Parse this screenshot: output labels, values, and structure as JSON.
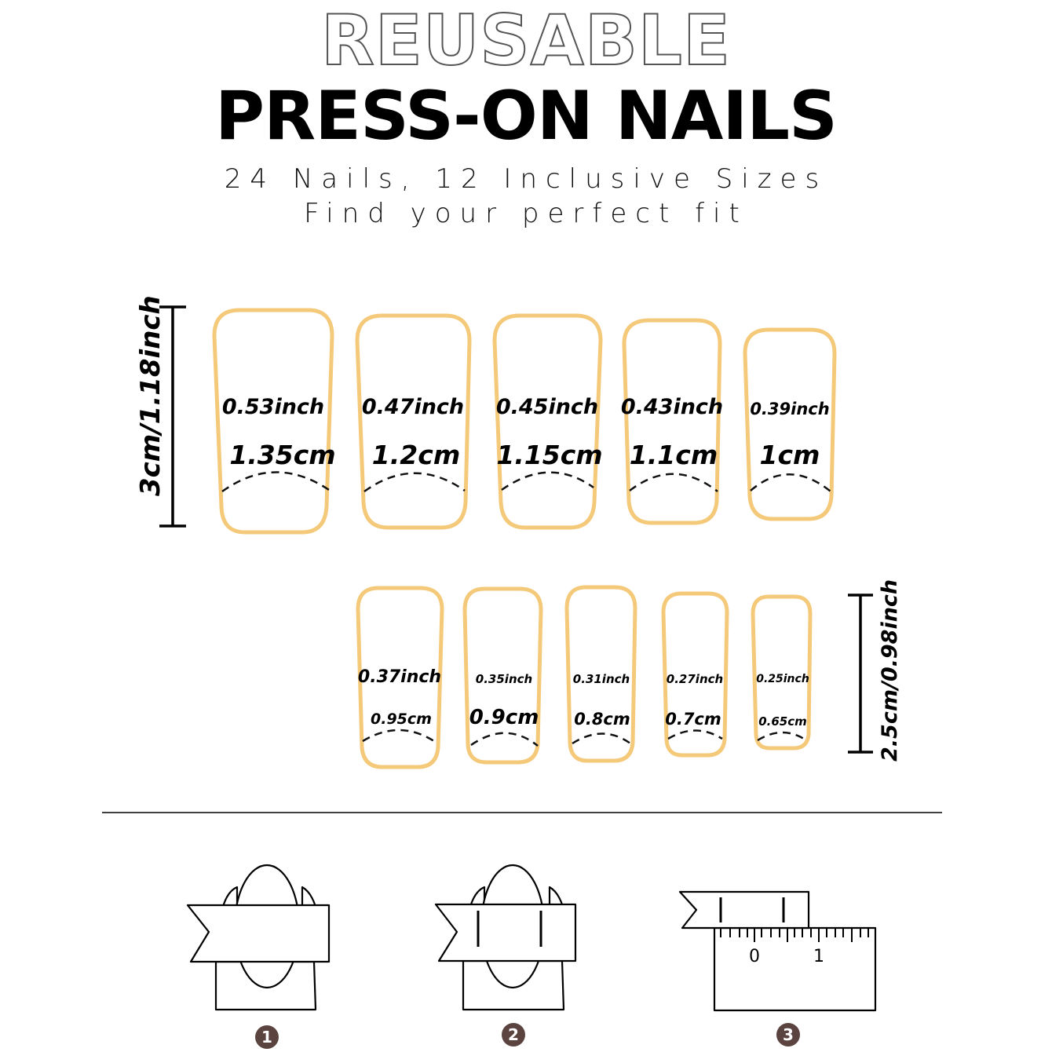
{
  "header": {
    "outline_title": "REUSABLE",
    "main_title": "PRESS-ON NAILS",
    "subtitle_line1": "24 Nails, 12 Inclusive Sizes",
    "subtitle_line2": "Find your perfect fit"
  },
  "colors": {
    "nail_outline": "#F5C97A",
    "text": "#000000",
    "step_badge": "#5B4340",
    "background": "#FFFFFF"
  },
  "size_chart": {
    "large_row": {
      "length_label": "3cm/1.18inch",
      "nails": [
        {
          "inch": "0.53inch",
          "cm": "1.35cm"
        },
        {
          "inch": "0.47inch",
          "cm": "1.2cm"
        },
        {
          "inch": "0.45inch",
          "cm": "1.15cm"
        },
        {
          "inch": "0.43inch",
          "cm": "1.1cm"
        },
        {
          "inch": "0.39inch",
          "cm": "1cm"
        }
      ]
    },
    "small_row": {
      "length_label": "2.5cm/0.98inch",
      "nails": [
        {
          "inch": "0.37inch",
          "cm": "0.95cm"
        },
        {
          "inch": "0.35inch",
          "cm": "0.9cm"
        },
        {
          "inch": "0.31inch",
          "cm": "0.8cm"
        },
        {
          "inch": "0.27inch",
          "cm": "0.7cm"
        },
        {
          "inch": "0.25inch",
          "cm": "0.65cm"
        }
      ]
    }
  },
  "instructions": {
    "steps": [
      {
        "number": "1",
        "icon": "tape-wrapped-fingernail-icon"
      },
      {
        "number": "2",
        "icon": "tape-marked-fingernail-icon"
      },
      {
        "number": "3",
        "icon": "tape-on-ruler-icon"
      }
    ],
    "ruler_labels": [
      "0",
      "1"
    ]
  }
}
